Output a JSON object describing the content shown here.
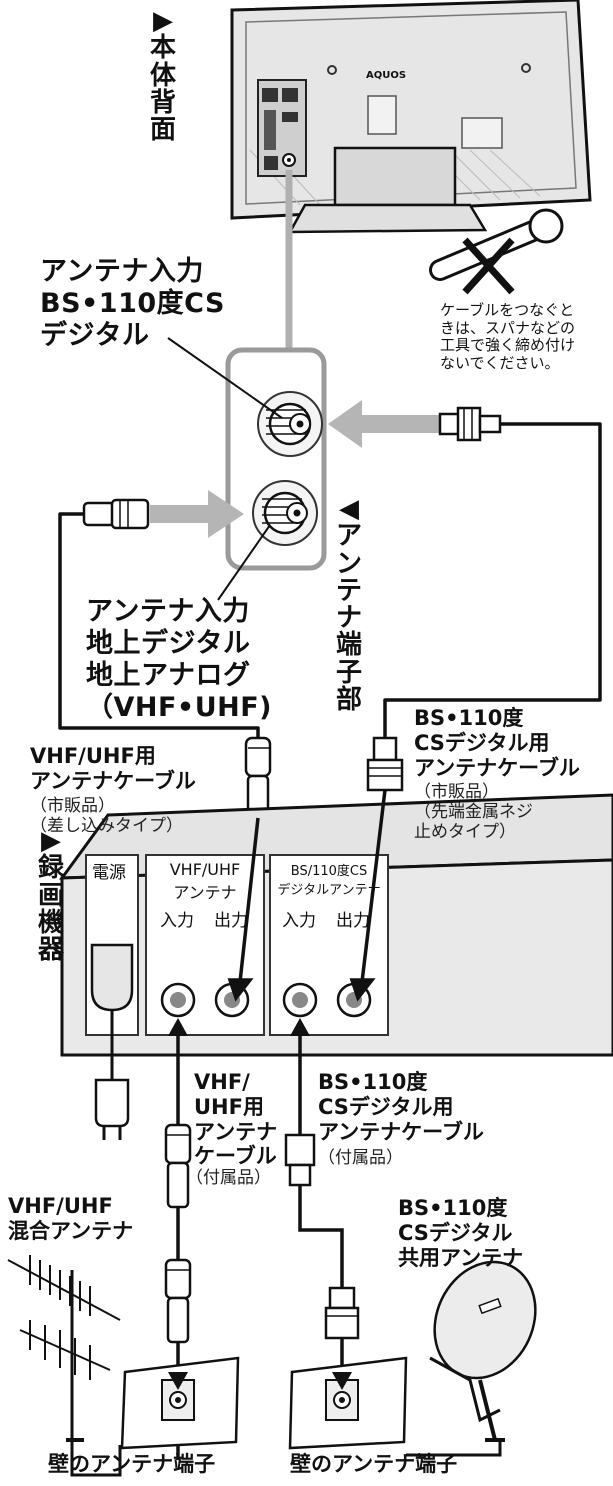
{
  "headings": {
    "tv_back": "▶本体背面",
    "antenna_terminal": "◀アンテナ端子部",
    "recorder": "▶録画機器"
  },
  "tv": {
    "brand": "AQUOS"
  },
  "labels": {
    "bs_input": [
      "アンテナ入力",
      "BS•110度CS",
      "デジタル"
    ],
    "terrestrial_input": [
      "アンテナ入力",
      "地上デジタル",
      "地上アナログ",
      "（VHF•UHF)"
    ],
    "vhf_cable_top": [
      "VHF/UHF用",
      "アンテナケーブル"
    ],
    "vhf_cable_top_notes": [
      "（市販品）",
      "（差し込みタイプ）"
    ],
    "bs_cable_top": [
      "BS•110度",
      "CSデジタル用",
      "アンテナケーブル"
    ],
    "bs_cable_top_notes": [
      "（市販品）",
      "（先端金属ネジ",
      "止めタイプ）"
    ],
    "vhf_cable_bottom": [
      "VHF/",
      "UHF用",
      "アンテナ",
      "ケーブル"
    ],
    "vhf_cable_bottom_note": "（付属品）",
    "bs_cable_bottom": [
      "BS•110度",
      "CSデジタル用",
      "アンテナケーブル"
    ],
    "bs_cable_bottom_note": "（付属品）",
    "vhf_antenna": [
      "VHF/UHF",
      "混合アンテナ"
    ],
    "bs_antenna": [
      "BS•110度",
      "CSデジタル",
      "共用アンテナ"
    ],
    "wall_terminal_left": "壁のアンテナ端子",
    "wall_terminal_right": "壁のアンテナ端子"
  },
  "warning": [
    "ケーブルをつなぐと",
    "きは、スパナなどの",
    "工具で強く締め付け",
    "ないでください。"
  ],
  "recorder_panel": {
    "power": "電源",
    "vhf_group": [
      "VHF/UHF",
      "アンテナ"
    ],
    "bs_group": [
      "BS/110度CS",
      "デジタルアンテナ"
    ],
    "in": "入力",
    "out": "出力"
  }
}
